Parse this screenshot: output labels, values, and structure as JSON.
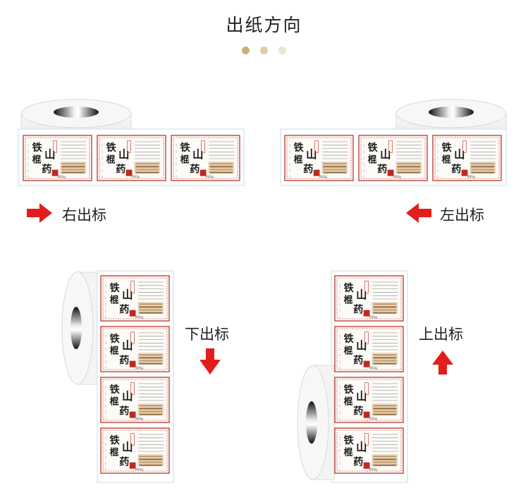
{
  "title": "出纸方向",
  "colors": {
    "dot1": "#c7b27a",
    "dot2": "#dccfa4",
    "dot3": "#ece5cf",
    "arrow": "#e51c1c",
    "label_border": "#b5241b",
    "roll": "#f6f6f6",
    "roll_edge": "#d6d6d6"
  },
  "directions": {
    "right": {
      "label": "右出标",
      "icon": "arrow-right-icon"
    },
    "left": {
      "label": "左出标",
      "icon": "arrow-left-icon"
    },
    "down": {
      "label": "下出标",
      "icon": "arrow-down-icon"
    },
    "up": {
      "label": "上出标",
      "icon": "arrow-up-icon"
    }
  },
  "sticker": {
    "product_name_chars": [
      "铁",
      "棍",
      "山",
      "药"
    ],
    "weight": "400g"
  }
}
